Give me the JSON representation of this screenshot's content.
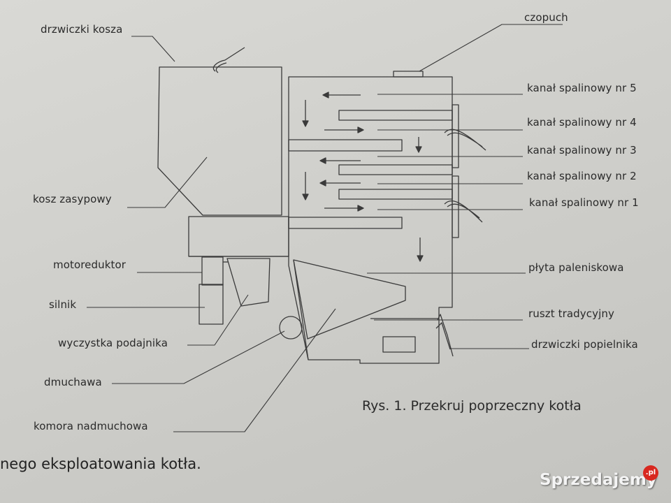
{
  "labels": {
    "drzwiczki_kosza": "drzwiczki kosza",
    "czopuch": "czopuch",
    "kanal_5": "kanał spalinowy nr 5",
    "kanal_4": "kanał spalinowy nr 4",
    "kanal_3": "kanał spalinowy nr 3",
    "kanal_2": "kanał spalinowy nr 2",
    "kanal_1": "kanał spalinowy nr 1",
    "kosz_zasypowy": "kosz zasypowy",
    "motoreduktor": "motoreduktor",
    "plyta_paleniskowa": "płyta paleniskowa",
    "silnik": "silnik",
    "ruszt_tradycyjny": "ruszt tradycyjny",
    "wyczystka_podajnika": "wyczystka podajnika",
    "drzwiczki_popielnika": "drzwiczki popielnika",
    "dmuchawa": "dmuchawa",
    "komora_nadmuchowa": "komora nadmuchowa"
  },
  "caption": "Rys. 1. Przekruj poprzeczny kotła",
  "body_text": "nego eksploatowania kotła.",
  "watermark": {
    "brand": "Sprzedajemy",
    "suffix": ".pl",
    "color": "#d8281f"
  }
}
